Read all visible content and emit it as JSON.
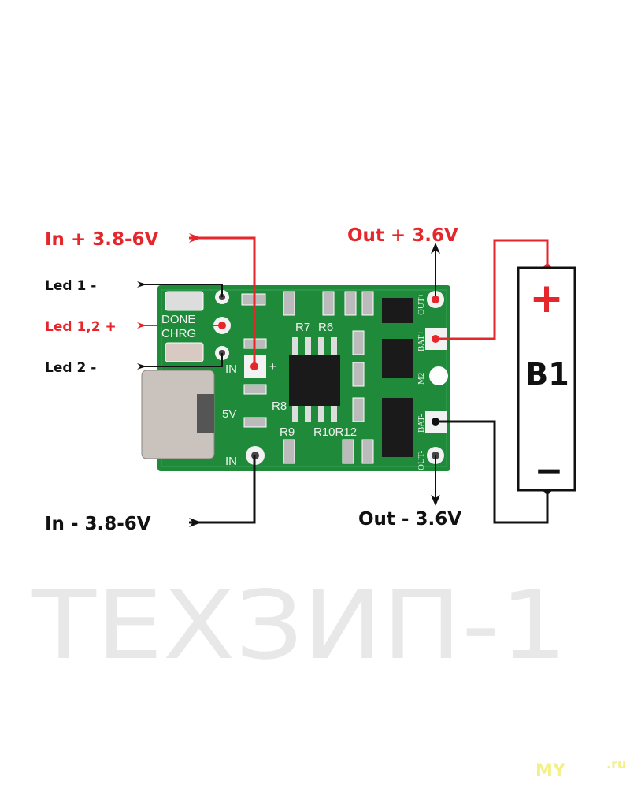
{
  "labels": {
    "in_plus": "In + 3.8-6V",
    "led1_minus": "Led 1 -",
    "led12_plus": "Led 1,2 +",
    "led2_minus": "Led 2 -",
    "in_minus": "In - 3.8-6V",
    "out_plus": "Out + 3.6V",
    "out_minus": "Out - 3.6V"
  },
  "battery": {
    "name": "B1",
    "plus": "+",
    "minus": "−"
  },
  "board_silkscreen": {
    "done": "DONE",
    "chrg": "CHRG",
    "in_top": "IN",
    "plus": "+",
    "five_v": "5V",
    "in_bottom": "IN",
    "r7": "R7",
    "r6": "R6",
    "r8": "R8",
    "r9": "R9",
    "r10r12": "R10R12",
    "out_plus": "OUT+",
    "bat_plus": "BAT+",
    "m2": "M2",
    "bat_minus": "BAT-",
    "out_minus": "OUT-"
  },
  "watermark": {
    "main": "TEXЗИП-1",
    "corner_left": "MY",
    "corner_right": ".ru"
  },
  "colors": {
    "red": "#e5262b",
    "black": "#111111",
    "board": "#1f8a3a",
    "watermark": "#e6e6e6"
  }
}
